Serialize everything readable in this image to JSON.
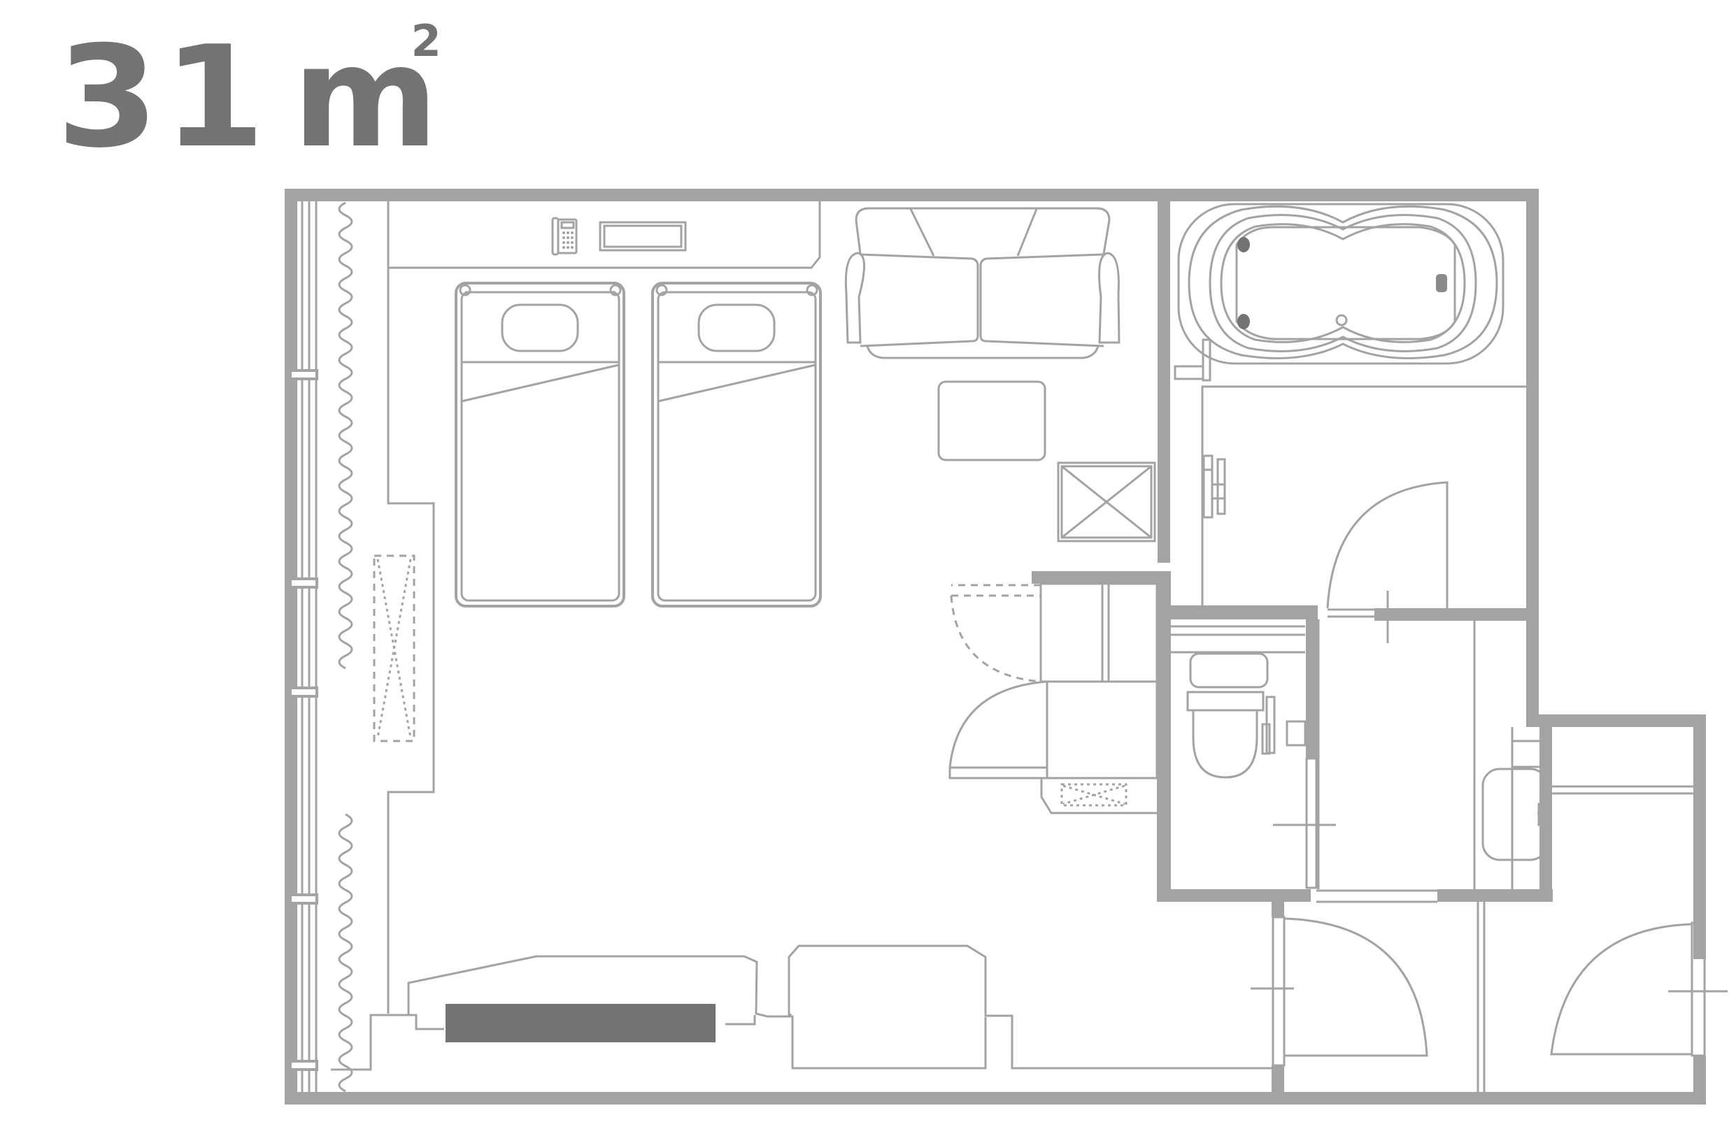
{
  "title": {
    "area_value": "31",
    "area_unit": "m",
    "area_superscript": "2"
  },
  "plan": {
    "type": "hotel room floor plan",
    "rooms": [
      "bedroom",
      "bathroom",
      "toilet",
      "washroom",
      "entrance"
    ],
    "furniture": [
      "twin-bed-left",
      "twin-bed-right",
      "sofa",
      "coffee-table",
      "desk-counter",
      "telephone",
      "tv",
      "bathtub",
      "toilet",
      "wash-basin",
      "closet",
      "refrigerator"
    ]
  },
  "colors": {
    "wall": "#a3a3a3",
    "text": "#737373",
    "tv": "#737373",
    "background": "#ffffff"
  }
}
